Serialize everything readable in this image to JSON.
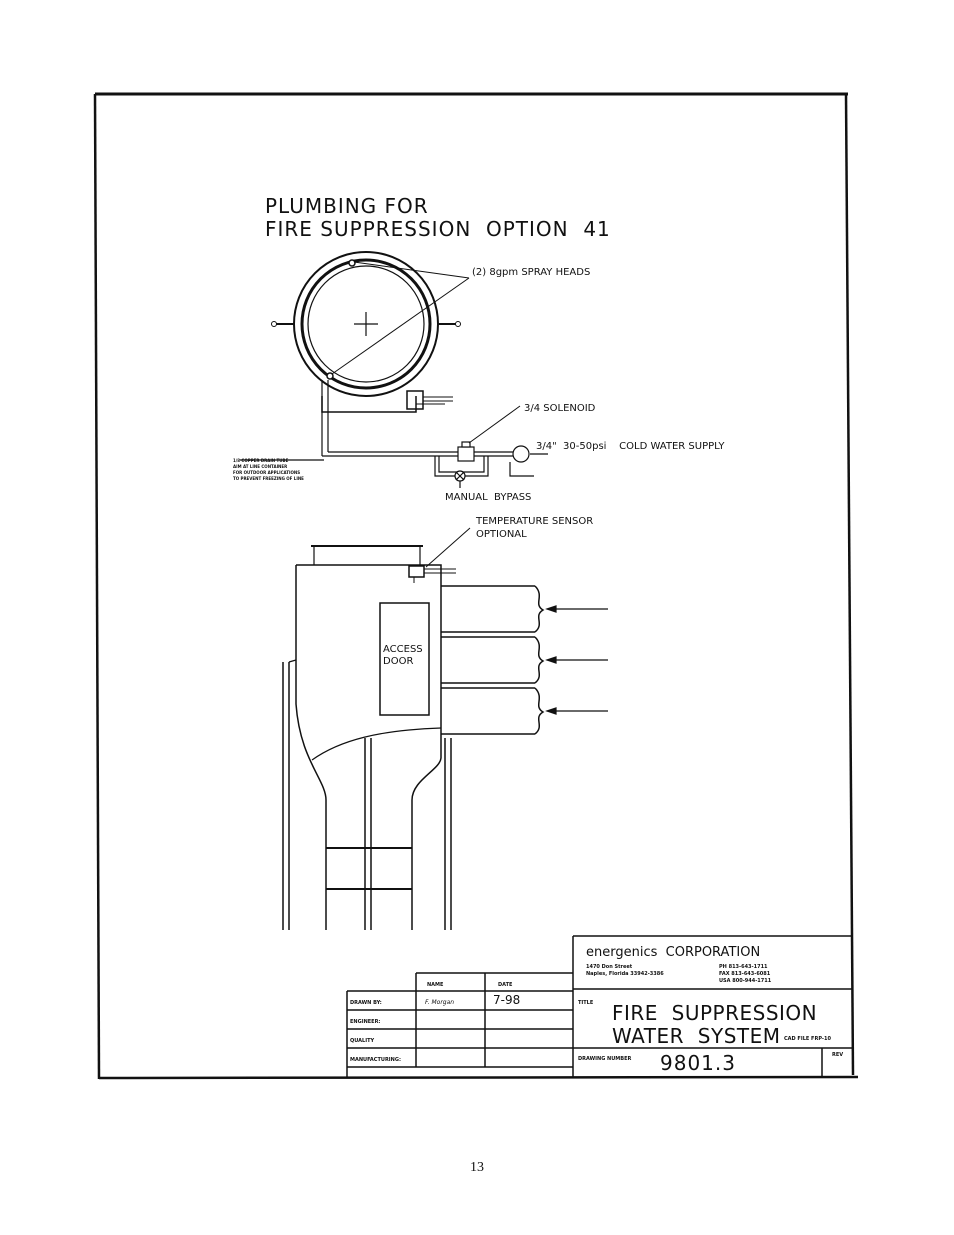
{
  "diagram": {
    "title_line1": "PLUMBING FOR",
    "title_line2": "FIRE SUPPRESSION  OPTION  41",
    "callouts": {
      "spray_heads": "(2) 8gpm SPRAY HEADS",
      "solenoid": "3/4 SOLENOID",
      "water_supply": "3/4\"  30-50psi    COLD WATER SUPPLY",
      "manual_bypass": "MANUAL  BYPASS",
      "temp_sensor_line1": "TEMPERATURE SENSOR",
      "temp_sensor_line2": "OPTIONAL",
      "access_door_line1": "ACCESS",
      "access_door_line2": "DOOR",
      "drain_note": [
        "1/8 COPPER DRAIN TUBE",
        "AIM AT LINE CONTAINER",
        "FOR OUTDOOR APPLICATIONS",
        "TO PREVENT FREEZING OF LINE"
      ]
    }
  },
  "title_block": {
    "company": "energenics  CORPORATION",
    "address_line1": "1470 Don Street",
    "address_line2": "Naples, Florida 33942-3386",
    "phone": "PH 813-643-1711",
    "fax": "FAX 813-643-6081",
    "usa": "USA 800-944-1711",
    "title_label": "TITLE",
    "title_line1": "FIRE  SUPPRESSION",
    "title_line2": "WATER  SYSTEM",
    "cad_file": "CAD FILE FRP-10",
    "drawing_number_label": "DRAWING NUMBER",
    "drawing_number": "9801.3",
    "rev_label": "REV",
    "col_name": "NAME",
    "col_date": "DATE",
    "rows": [
      {
        "label": "DRAWN BY:",
        "name": "F. Morgan",
        "date": "7-98"
      },
      {
        "label": "ENGINEER:",
        "name": "",
        "date": ""
      },
      {
        "label": "QUALITY",
        "name": "",
        "date": ""
      },
      {
        "label": "MANUFACTURING:",
        "name": "",
        "date": ""
      }
    ]
  },
  "page_number": "13"
}
